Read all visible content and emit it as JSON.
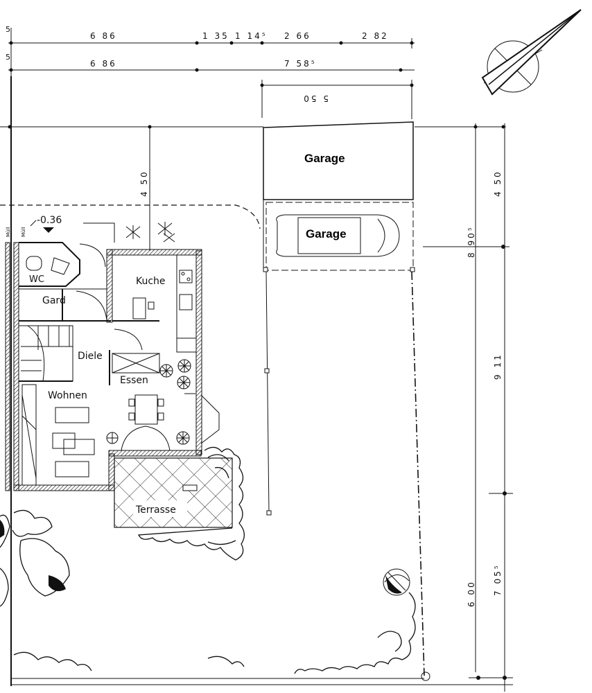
{
  "dimensions": {
    "top_row_1": [
      "6 86",
      "1 35",
      "1 14⁵",
      "2 66",
      "2 82"
    ],
    "top_row_2": [
      "6 86",
      "7 58⁵"
    ],
    "garage_width": "5 50",
    "left_edge": [
      "5",
      "5"
    ],
    "vertical_450_a": "4 50",
    "vertical_450_b": "4 50",
    "vertical_890": "8 90⁵",
    "vertical_911": "9 11",
    "vertical_705": "7 05⁵",
    "vertical_600": "6 00"
  },
  "labels": {
    "garage_1": "Garage",
    "garage_2": "Garage",
    "level": "-0.36",
    "mull_1": "Müll",
    "mull_2": "Müll"
  },
  "rooms": {
    "wc": "WC",
    "gard": "Gard",
    "kuche": "Kuche",
    "diele": "Diele",
    "essen": "Essen",
    "wohnen": "Wohnen",
    "terrasse": "Terrasse"
  },
  "icons": {
    "north_arrow": "north-arrow-icon",
    "tree": "tree-icon",
    "car": "car-icon"
  }
}
